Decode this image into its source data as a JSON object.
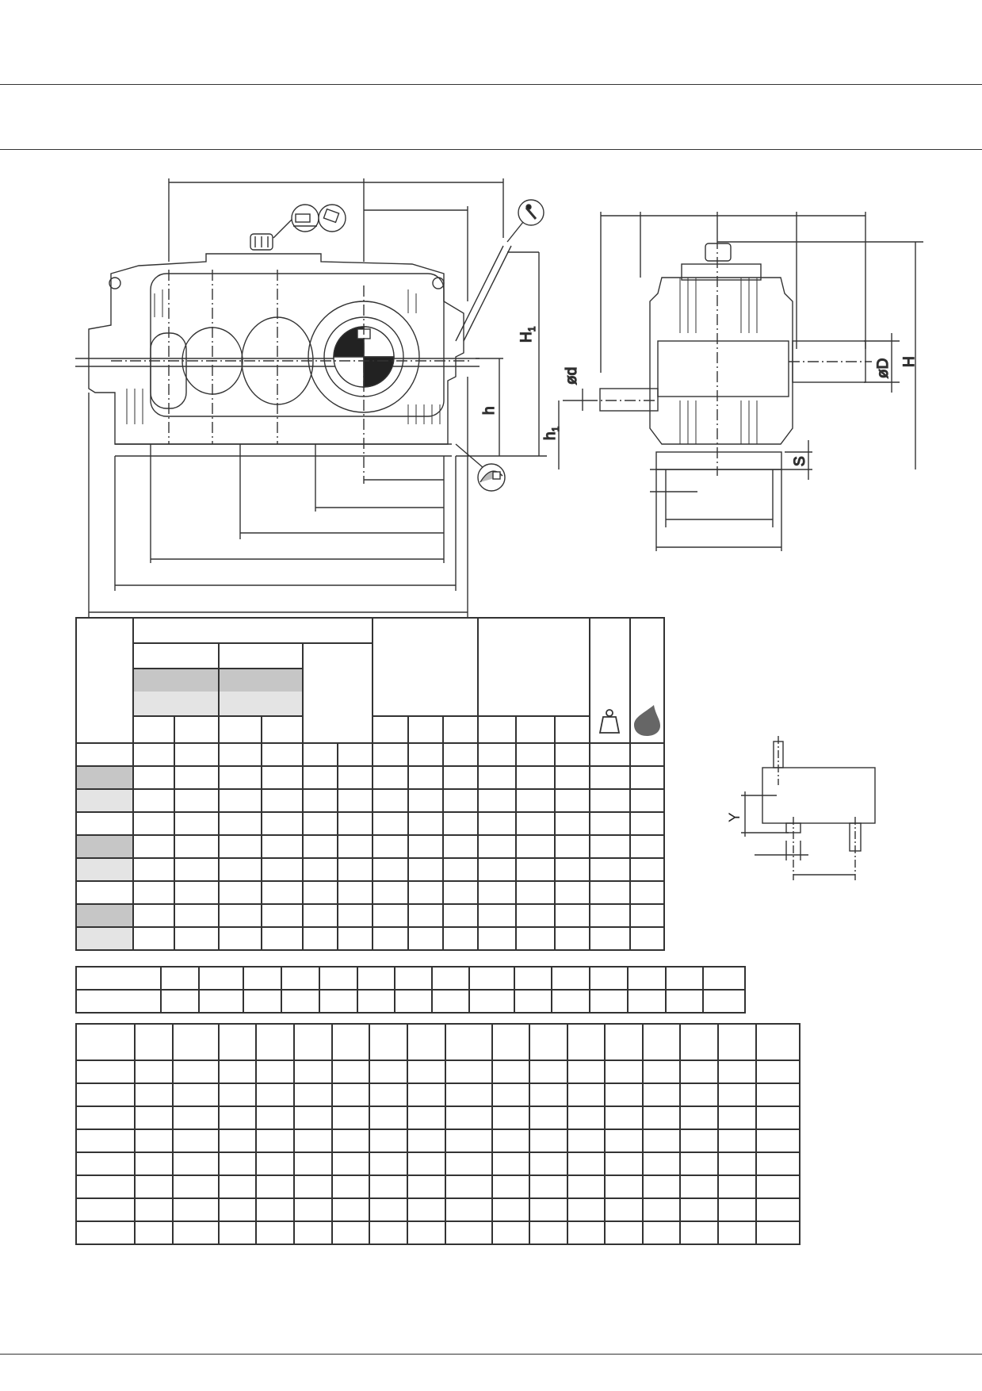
{
  "drawing": {
    "dimension_labels": {
      "H1": "H",
      "H1_sub": "1",
      "h": "h",
      "h1": "h",
      "h1_sub": "1",
      "d": "ød",
      "D": "øD",
      "H": "H",
      "S": "S",
      "Y": "Y"
    }
  },
  "icons": {
    "lifting_icon": "lifting-icon",
    "vent_icon": "breather-icon",
    "drain_icon": "oil-drain-icon",
    "weight_icon": "weight-icon",
    "oil_icon": "oil-drop-icon"
  },
  "colors": {
    "shade_dark": "#c6c6c6",
    "shade_light": "#e4e4e4",
    "line": "#333333"
  }
}
